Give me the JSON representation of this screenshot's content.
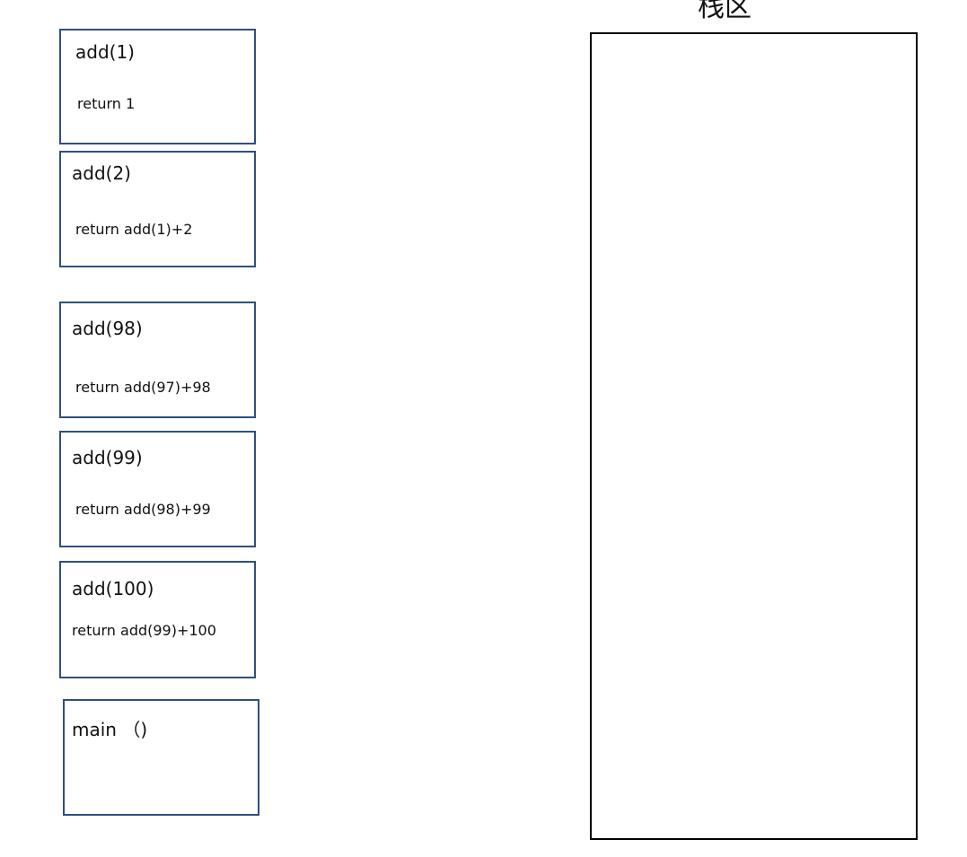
{
  "frames": [
    {
      "fn": "add(1)",
      "ret": "return 1"
    },
    {
      "fn": "add(2)",
      "ret": "return add(1)+2"
    },
    {
      "fn": "add(98)",
      "ret": "return add(97)+98"
    },
    {
      "fn": "add(99)",
      "ret": "return add(98)+99"
    },
    {
      "fn": "add(100)",
      "ret": "return add(99)+100"
    },
    {
      "fn": "main （)"
    }
  ],
  "stack_area": {
    "title": "栈区"
  },
  "colors": {
    "frame_border": "#2f4f7f",
    "stack_border": "#000000",
    "background": "#ffffff"
  }
}
